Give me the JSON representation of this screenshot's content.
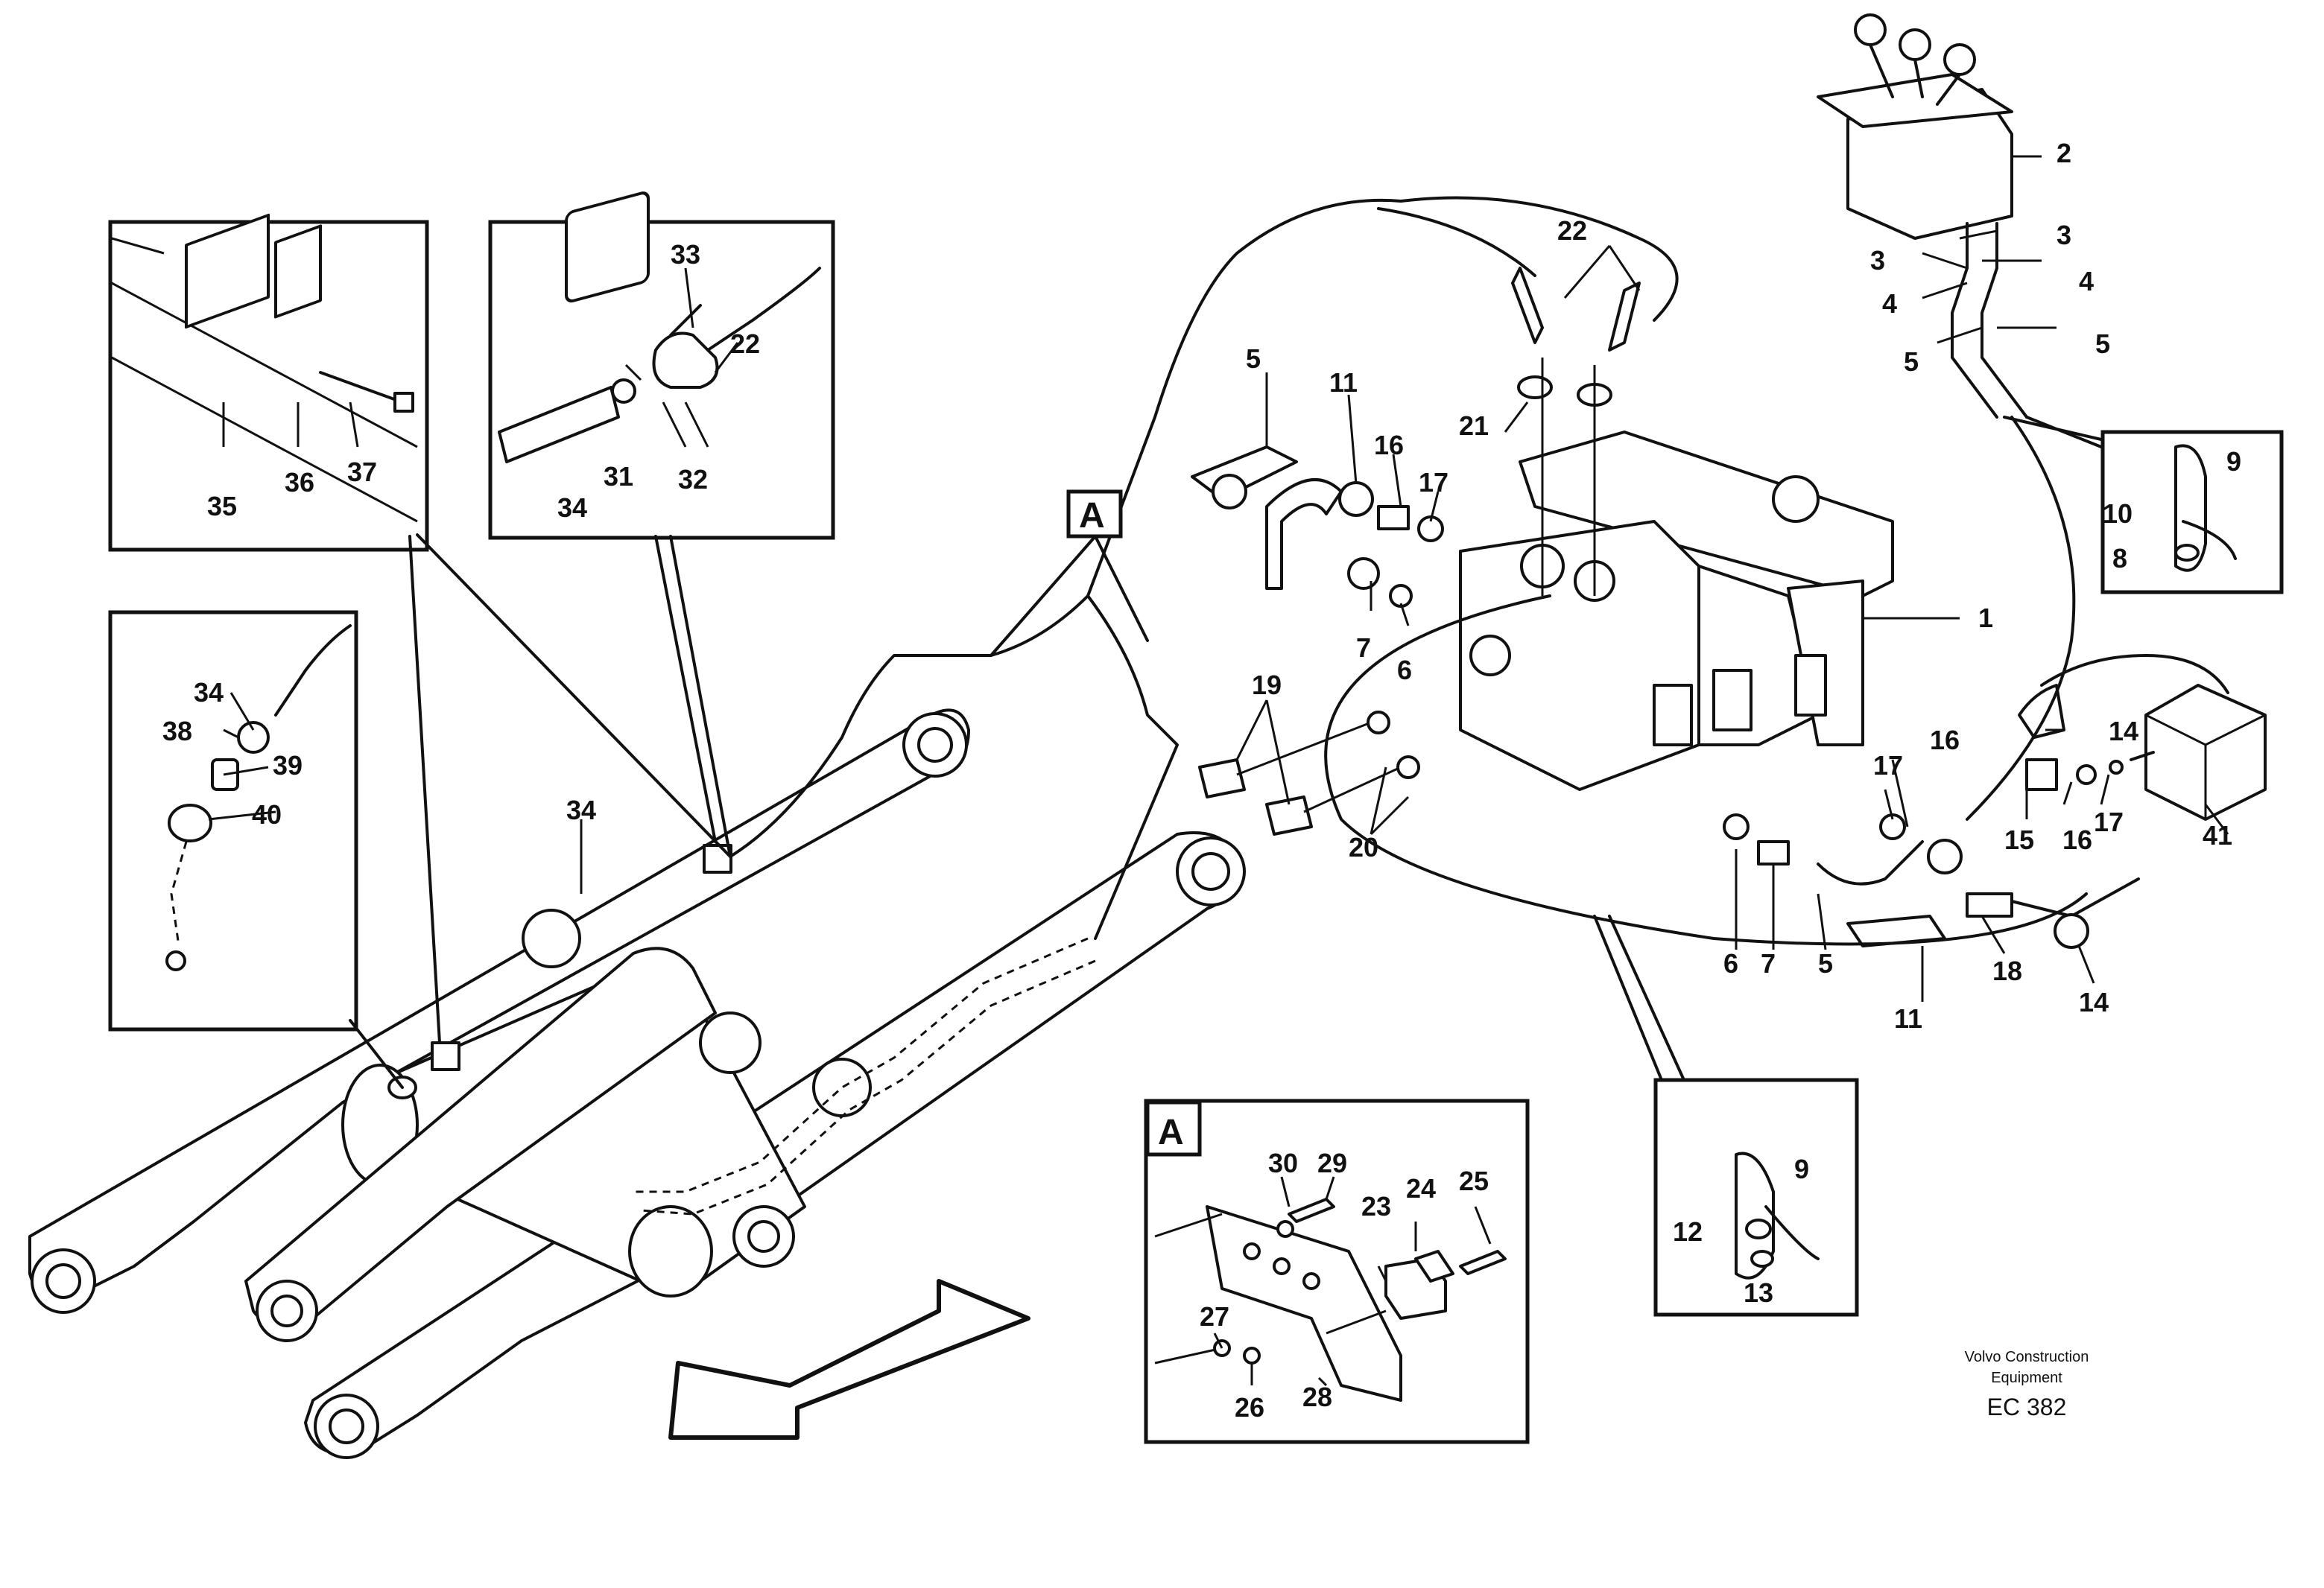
{
  "callouts": {
    "n1": "1",
    "n2": "2",
    "n3a": "3",
    "n3b": "3",
    "n4a": "4",
    "n4b": "4",
    "n5a": "5",
    "n5b": "5",
    "n5c": "5",
    "n5d": "5",
    "n6a": "6",
    "n6b": "6",
    "n7a": "7",
    "n7b": "7",
    "n8": "8",
    "n9a": "9",
    "n9b": "9",
    "n10": "10",
    "n11a": "11",
    "n11b": "11",
    "n12": "12",
    "n13": "13",
    "n14a": "14",
    "n14b": "14",
    "n15": "15",
    "n16a": "16",
    "n16b": "16",
    "n16c": "16",
    "n17a": "17",
    "n17b": "17",
    "n17c": "17",
    "n18": "18",
    "n19": "19",
    "n20": "20",
    "n21": "21",
    "n22a": "22",
    "n22b": "22",
    "n23": "23",
    "n24": "24",
    "n25": "25",
    "n26": "26",
    "n27": "27",
    "n28": "28",
    "n29": "29",
    "n30": "30",
    "n31": "31",
    "n32": "32",
    "n33": "33",
    "n34a": "34",
    "n34b": "34",
    "n34c": "34",
    "n35": "35",
    "n36": "36",
    "n37": "37",
    "n38": "38",
    "n39": "39",
    "n40": "40",
    "n41": "41"
  },
  "detail_labels": {
    "main": "A",
    "inset": "A"
  },
  "footer": {
    "line1": "Volvo Construction",
    "line2": "Equipment",
    "code": "EC 382"
  }
}
